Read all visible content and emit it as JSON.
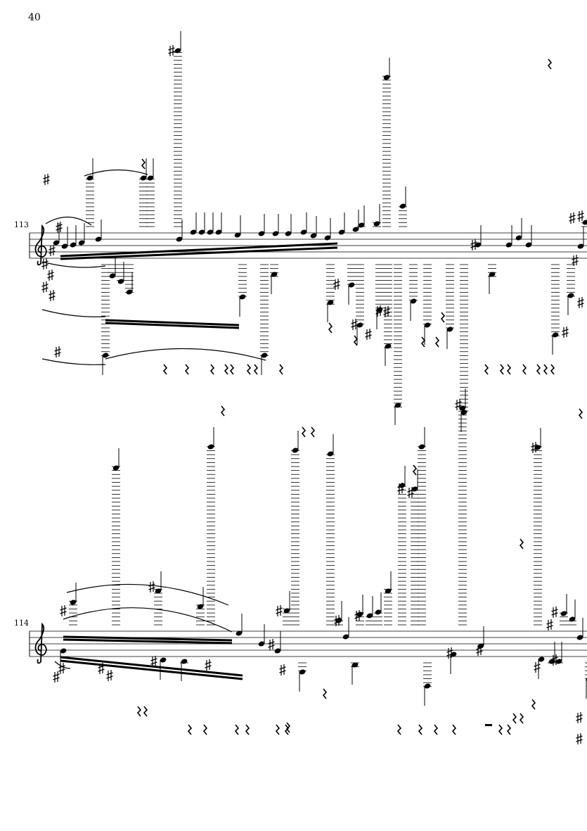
{
  "page_number": "40",
  "systems": [
    {
      "measure_number": "113",
      "clef": "treble"
    },
    {
      "measure_number": "114",
      "clef": "treble"
    }
  ]
}
